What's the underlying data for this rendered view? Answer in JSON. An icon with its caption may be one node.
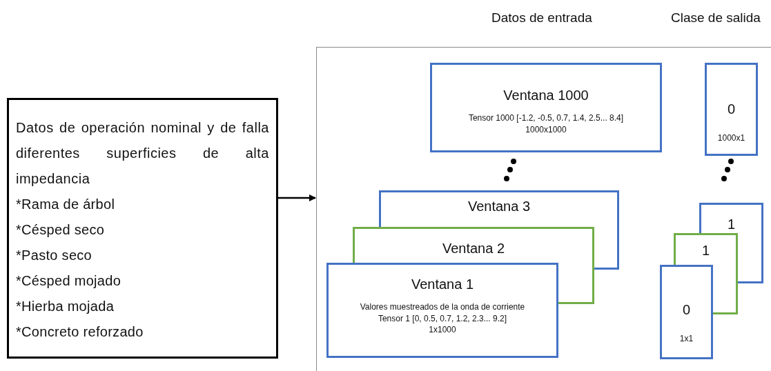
{
  "diagram": {
    "nodes": [
      {
        "text": [
          "Datos de operación nominal y de falla diferentes superficies de alta impedancia",
          "*Rama de árbol",
          "*Césped seco",
          "*Pasto seco",
          "*Césped mojado",
          "*Hierba mojada",
          "*Concreto reforzado"
        ]
      },
      {
        "text": [],
        "shape": "box"
      },
      {
        "text": [
          "Ventana 1000",
          "Tensor 1000 [-1.2, -0.5, 0.7, 1.4, 2.5... 8.4]",
          "1000x1000"
        ],
        "in": 1
      },
      {
        "text": [
          "0",
          "1000x1"
        ],
        "in": 1
      },
      {
        "text": [
          "Ventana 3"
        ],
        "in": 1
      },
      {
        "text": [
          "Ventana 2"
        ],
        "in": 1
      },
      {
        "text": [
          "Ventana 1",
          "Valores muestreados de la onda de corriente",
          "Tensor 1 [0, 0.5, 0.7, 1.2, 2.3... 9.2]",
          "1x1000"
        ],
        "in": 1
      },
      {
        "text": [
          "1"
        ],
        "in": 1
      },
      {
        "text": [
          "1"
        ],
        "in": 1
      },
      {
        "text": [
          "0",
          "1x1"
        ],
        "in": 1
      }
    ],
    "edges": [
      {
        "from": 0,
        "to": 1,
        "arrow": "to"
      }
    ],
    "labels": [
      "Datos de entrada",
      "Clase de salida"
    ]
  }
}
